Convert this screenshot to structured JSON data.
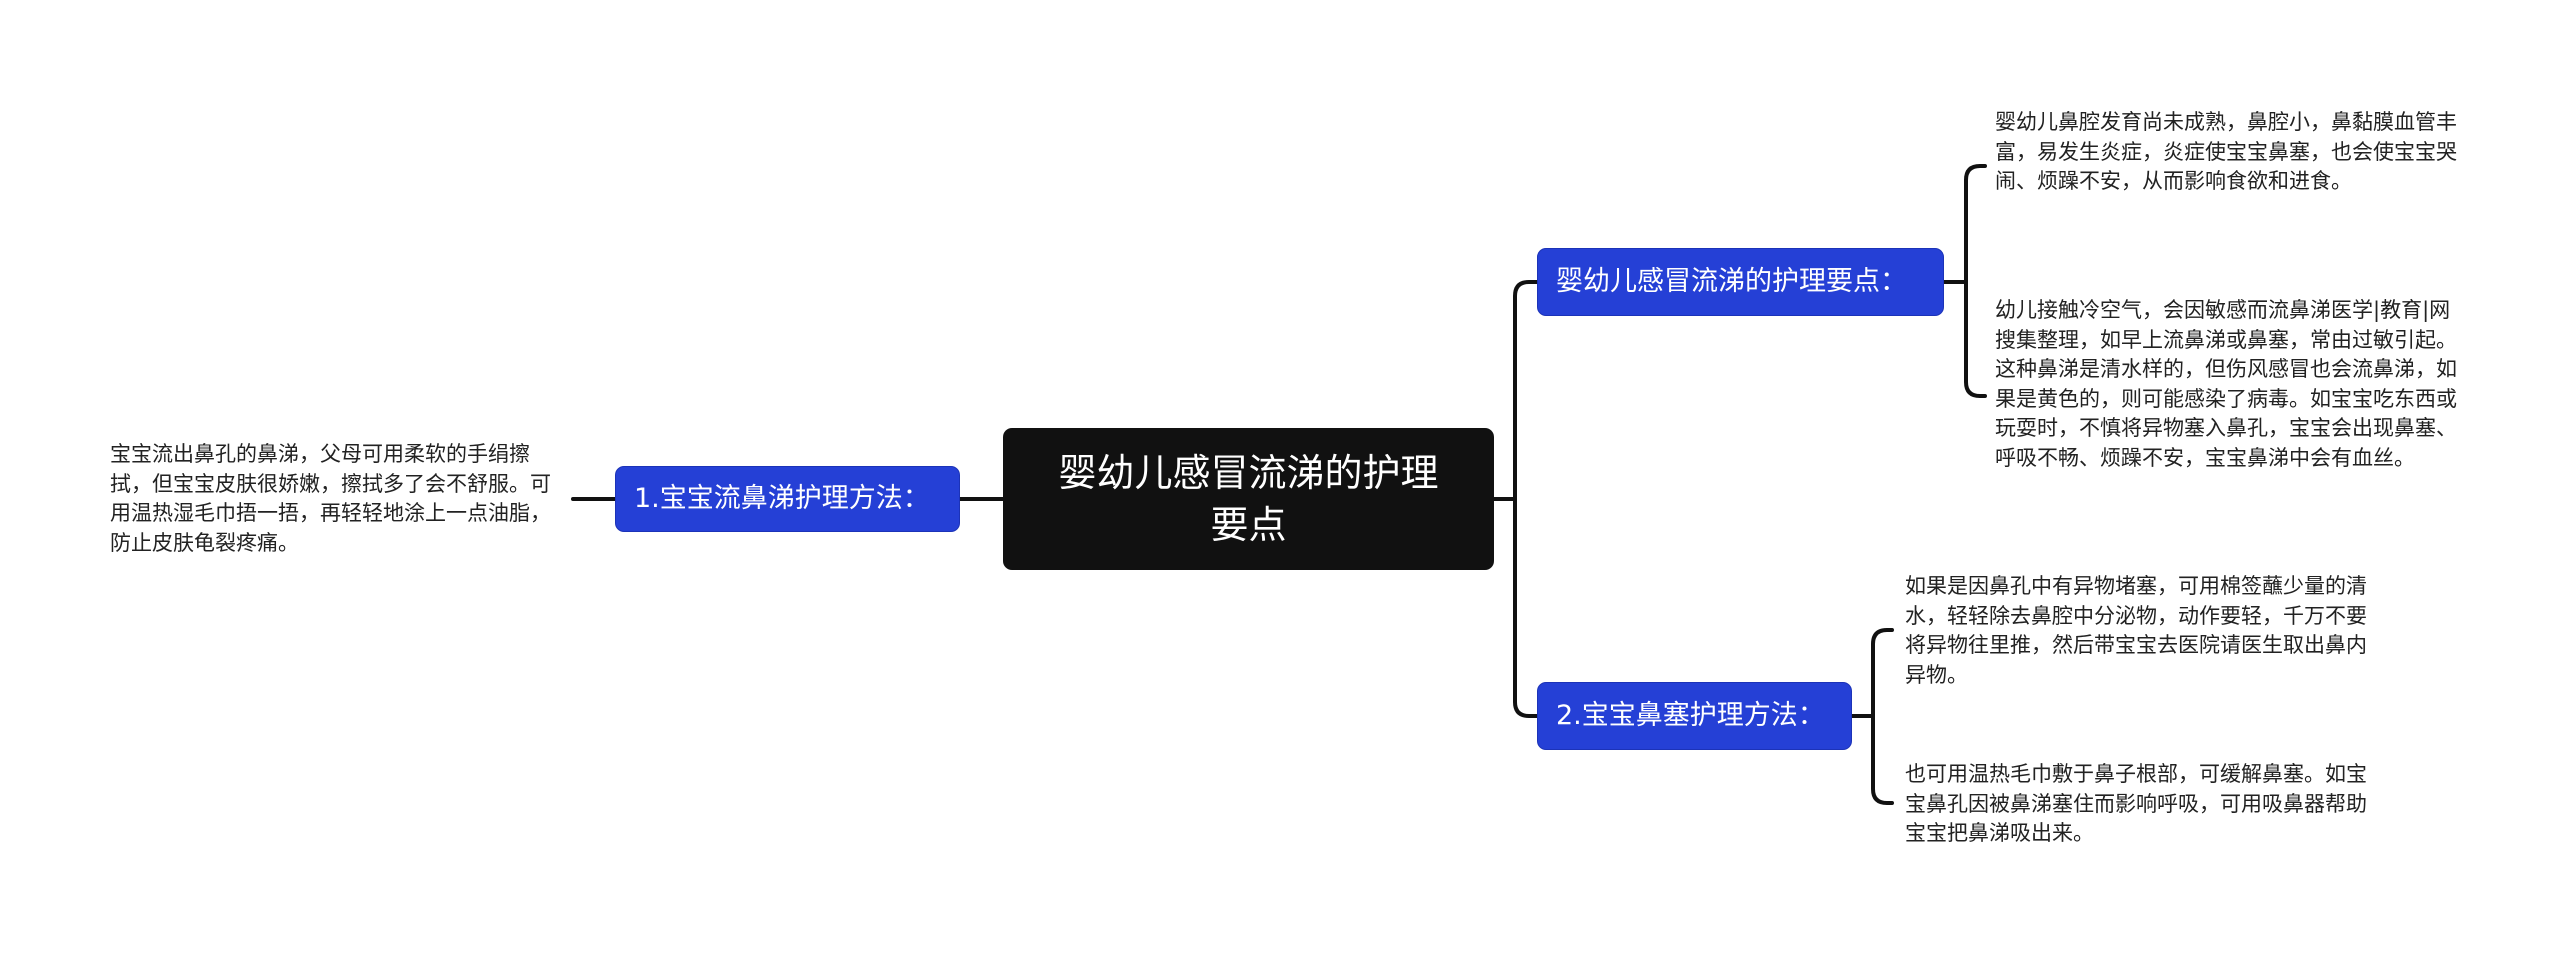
{
  "root": {
    "title": "婴幼儿感冒流涕的护理要点"
  },
  "branches": [
    {
      "label": "婴幼儿感冒流涕的护理要点：",
      "side": "right",
      "leaves": [
        "婴幼儿鼻腔发育尚未成熟，鼻腔小，鼻黏膜血管丰富，易发生炎症，炎症使宝宝鼻塞，也会使宝宝哭闹、烦躁不安，从而影响食欲和进食。",
        "幼儿接触冷空气，会因敏感而流鼻涕医学|教育|网搜集整理，如早上流鼻涕或鼻塞，常由过敏引起。这种鼻涕是清水样的，但伤风感冒也会流鼻涕，如果是黄色的，则可能感染了病毒。如宝宝吃东西或玩耍时，不慎将异物塞入鼻孔，宝宝会出现鼻塞、呼吸不畅、烦躁不安，宝宝鼻涕中会有血丝。"
      ]
    },
    {
      "label": "2.宝宝鼻塞护理方法：",
      "side": "right",
      "leaves": [
        "如果是因鼻孔中有异物堵塞，可用棉签蘸少量的清水，轻轻除去鼻腔中分泌物，动作要轻，千万不要将异物往里推，然后带宝宝去医院请医生取出鼻内异物。",
        "也可用温热毛巾敷于鼻子根部，可缓解鼻塞。如宝宝鼻孔因被鼻涕塞住而影响呼吸，可用吸鼻器帮助宝宝把鼻涕吸出来。"
      ]
    },
    {
      "label": "1.宝宝流鼻涕护理方法：",
      "side": "left",
      "leaves": [
        "宝宝流出鼻孔的鼻涕，父母可用柔软的手绢擦拭，但宝宝皮肤很娇嫩，擦拭多了会不舒服。可用温热湿毛巾捂一捂，再轻轻地涂上一点油脂，防止皮肤龟裂疼痛。"
      ]
    }
  ],
  "colors": {
    "root_bg": "#111111",
    "branch_bg": "#2540d6",
    "line": "#111111",
    "leaf_text": "#222222"
  }
}
